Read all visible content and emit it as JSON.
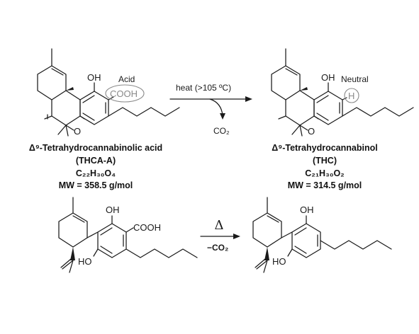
{
  "top": {
    "reactant": {
      "oh": "OH",
      "acid_tag": "Acid",
      "cooh": "COOH",
      "o": "O",
      "name": "Δ⁹-Tetrahydrocannabinolic acid",
      "abbr": "(THCA-A)",
      "formula": "C₂₂H₃₀O₄",
      "mw": "MW = 358.5 g/mol"
    },
    "arrow": {
      "condition": "heat (>105 ºC)",
      "byproduct": "CO₂"
    },
    "product": {
      "oh": "OH",
      "neutral_tag": "Neutral",
      "h": "H",
      "o": "O",
      "name": "Δ⁹-Tetrahydrocannabinol",
      "abbr": "(THC)",
      "formula": "C₂₁H₃₀O₂",
      "mw": "MW = 314.5 g/mol"
    }
  },
  "bottom": {
    "reactant": {
      "oh": "OH",
      "cooh": "COOH",
      "ho": "HO"
    },
    "arrow": {
      "symbol": "Δ",
      "condition": "−CO₂"
    },
    "product": {
      "oh": "OH",
      "ho": "HO"
    }
  }
}
